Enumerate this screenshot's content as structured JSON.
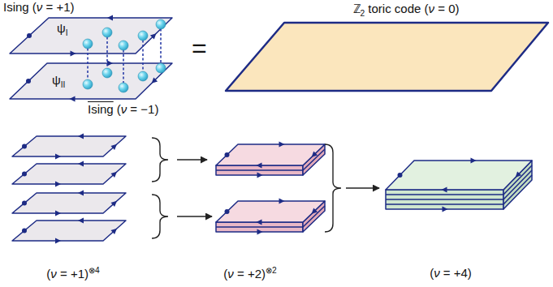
{
  "diagram": {
    "nodes": [
      {
        "text": [
          "Ising (ν = +1)",
          "ψI"
        ]
      },
      {
        "text": [
          "ψII",
          "Ising",
          "(ν = −1)"
        ]
      },
      {
        "text": [
          "ℤ2 toric code (ν = 0)"
        ]
      },
      {
        "text": [
          "(ν = +1)⊗4"
        ]
      },
      {
        "text": [
          "(ν = +2)⊗2"
        ]
      },
      {
        "text": [
          "(ν = +4)"
        ]
      }
    ],
    "edges": [
      {
        "from": 3,
        "to": 4,
        "arrow": "to"
      },
      {
        "from": 4,
        "to": 5,
        "arrow": "to"
      }
    ],
    "labels": [
      "="
    ]
  }
}
